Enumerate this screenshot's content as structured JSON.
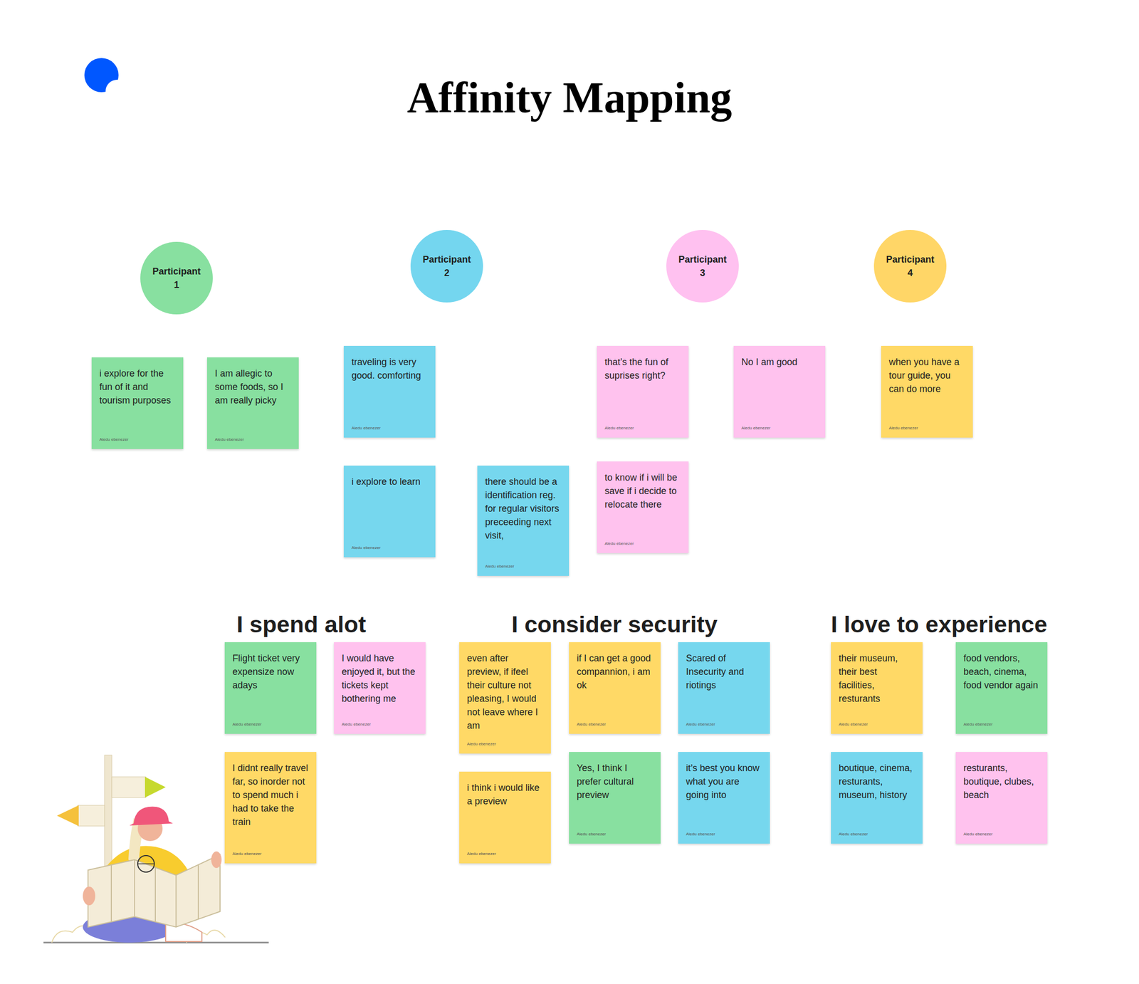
{
  "diagram": {
    "title": "Affinity Mapping",
    "nodes": [
      {
        "text": [
          "Participant 1"
        ]
      },
      {
        "text": [
          "i explore for the fun of it and tourism purposes",
          "Aledu ebenezer"
        ]
      },
      {
        "text": [
          "I am allegic to some foods, so I am really picky",
          "Aledu ebenezer"
        ]
      },
      {
        "text": [
          "Participant 2"
        ]
      },
      {
        "text": [
          "traveling is very good. comforting",
          "Aledu ebenezer"
        ]
      },
      {
        "text": [
          "i explore to learn",
          "Aledu ebenezer"
        ]
      },
      {
        "text": [
          "there should be a identification reg. for regular visitors preceeding next visit,",
          "Aledu ebenezer"
        ]
      },
      {
        "text": [
          "Participant 3"
        ]
      },
      {
        "text": [
          "that’s the fun of suprises right?",
          "Aledu ebenezer"
        ]
      },
      {
        "text": [
          "No I am good",
          "Aledu ebenezer"
        ]
      },
      {
        "text": [
          "to know if i will be save if i decide to relocate there",
          "Aledu ebenezer"
        ]
      },
      {
        "text": [
          "Participant 4"
        ]
      },
      {
        "text": [
          "when you have a tour guide, you can do more",
          "Aledu ebenezer"
        ]
      },
      {
        "text": [
          "Flight ticket very expensize now adays",
          "Aledu ebenezer"
        ]
      },
      {
        "text": [
          "I would have enjoyed it, but the tickets kept bothering me",
          "Aledu ebenezer"
        ]
      },
      {
        "text": [
          "I didnt really travel far, so inorder not to spend much i had to take the train",
          "Aledu ebenezer"
        ]
      },
      {
        "text": [
          "even after preview, if ifeel their culture not pleasing, I would not leave where I am",
          "Aledu ebenezer"
        ]
      },
      {
        "text": [
          "if I can get a good compannion, i am ok",
          "Aledu ebenezer"
        ]
      },
      {
        "text": [
          "Scared of Insecurity and riotings",
          "Aledu ebenezer"
        ]
      },
      {
        "text": [
          "i think i would like a preview",
          "Aledu ebenezer"
        ]
      },
      {
        "text": [
          "Yes, I think I prefer cultural preview",
          "Aledu ebenezer"
        ]
      },
      {
        "text": [
          "it’s best you know what you are going into",
          "Aledu ebenezer"
        ]
      },
      {
        "text": [
          "their museum, their best facilities, resturants",
          "Aledu ebenezer"
        ]
      },
      {
        "text": [
          "food vendors, beach, cinema, food vendor again",
          "Aledu ebenezer"
        ]
      },
      {
        "text": [
          "boutique, cinema, resturants, museum, history",
          "Aledu ebenezer"
        ]
      },
      {
        "text": [
          "resturants, boutique, clubes, beach",
          "Aledu ebenezer"
        ]
      }
    ],
    "labels": [
      "I spend alot",
      "I consider security",
      "I love to experience"
    ]
  }
}
